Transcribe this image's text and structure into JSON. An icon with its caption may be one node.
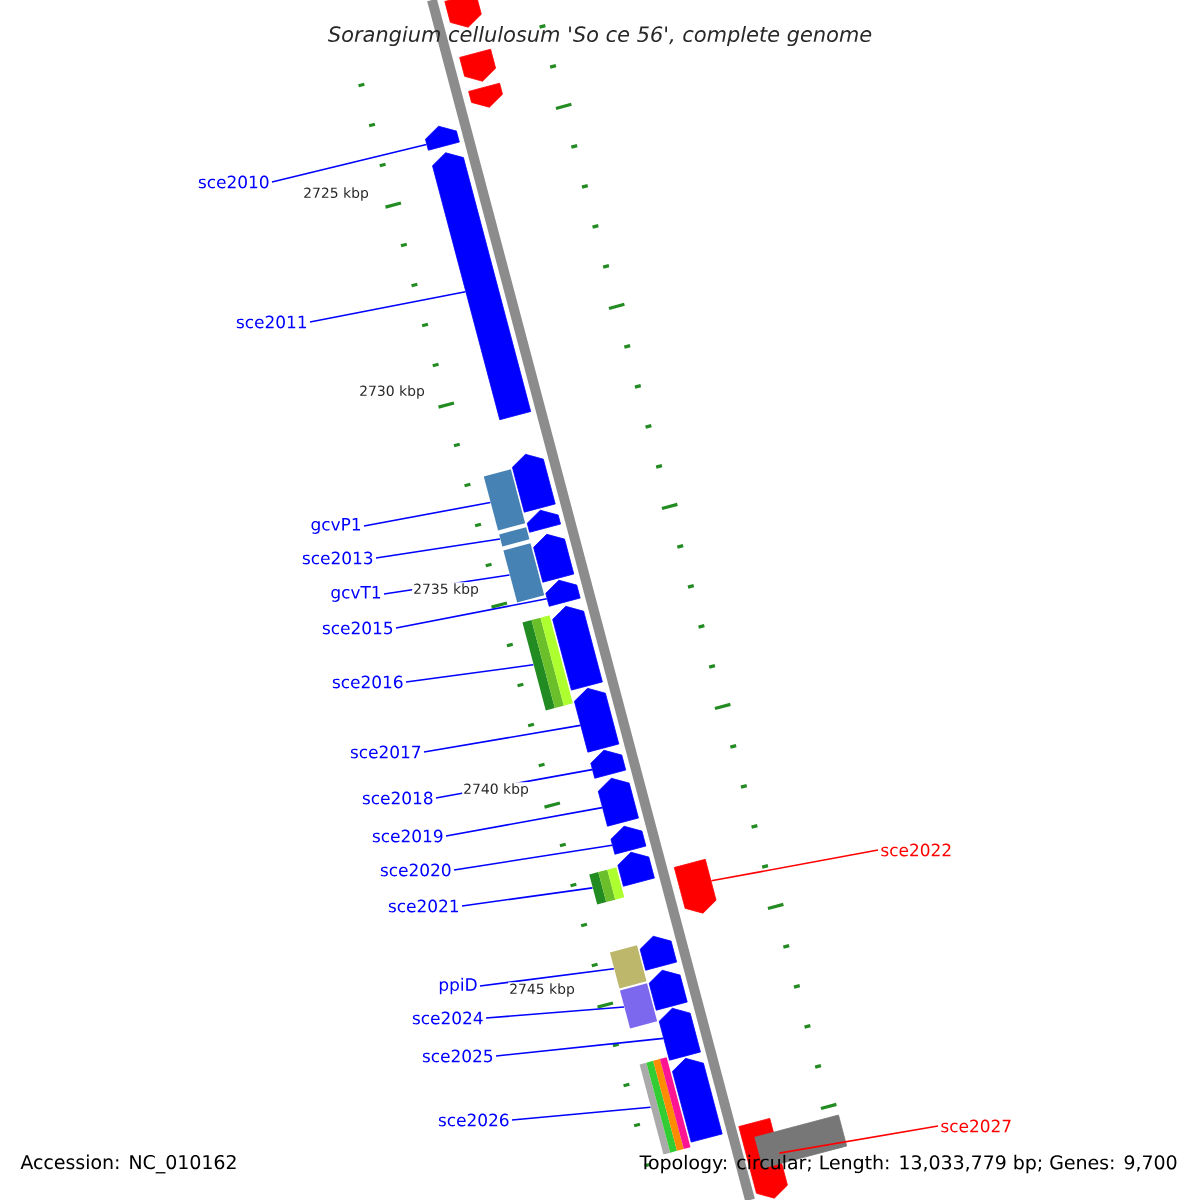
{
  "diagram": {
    "title": "Sorangium cellulosum 'So ce 56', complete genome",
    "nodes": [
      {
        "text": [
          "sce2010"
        ]
      },
      {
        "text": [
          "sce2011"
        ]
      },
      {
        "text": [
          "gcvP1"
        ]
      },
      {
        "text": [
          "sce2013"
        ]
      },
      {
        "text": [
          "gcvT1"
        ]
      },
      {
        "text": [
          "sce2015"
        ]
      },
      {
        "text": [
          "sce2016"
        ]
      },
      {
        "text": [
          "sce2017"
        ]
      },
      {
        "text": [
          "sce2018"
        ]
      },
      {
        "text": [
          "sce2019"
        ]
      },
      {
        "text": [
          "sce2020"
        ]
      },
      {
        "text": [
          "sce2021"
        ]
      },
      {
        "text": [
          "ppiD"
        ]
      },
      {
        "text": [
          "sce2024"
        ]
      },
      {
        "text": [
          "sce2025"
        ]
      },
      {
        "text": [
          "sce2026"
        ]
      },
      {
        "text": [
          "sce2022"
        ]
      },
      {
        "text": [
          "sce2027"
        ]
      },
      {
        "text": [],
        "shape": "arrow"
      },
      {
        "text": [],
        "shape": "arrow"
      },
      {
        "text": [],
        "shape": "arrow"
      },
      {
        "text": [],
        "shape": "arrow"
      },
      {
        "text": [],
        "shape": "arrow"
      },
      {
        "text": [],
        "shape": "arrow"
      },
      {
        "text": [],
        "shape": "arrow"
      },
      {
        "text": [],
        "shape": "arrow"
      },
      {
        "text": [],
        "shape": "arrow"
      },
      {
        "text": [],
        "shape": "arrow"
      },
      {
        "text": [],
        "shape": "arrow"
      },
      {
        "text": [],
        "shape": "arrow"
      },
      {
        "text": [],
        "shape": "arrow"
      },
      {
        "text": [],
        "shape": "arrow"
      },
      {
        "text": [],
        "shape": "arrow"
      },
      {
        "text": [],
        "shape": "arrow"
      },
      {
        "text": [],
        "shape": "arrow"
      },
      {
        "text": [],
        "shape": "arrow"
      },
      {
        "text": [],
        "shape": "arrow"
      },
      {
        "text": [],
        "shape": "arrow"
      },
      {
        "text": [],
        "shape": "arrow"
      },
      {
        "text": [],
        "shape": "bar"
      }
    ],
    "edges": [
      {
        "from": 0,
        "to": 18,
        "arrow": "none"
      },
      {
        "from": 1,
        "to": 19,
        "arrow": "none"
      },
      {
        "from": 2,
        "to": 20,
        "arrow": "none"
      },
      {
        "from": 3,
        "to": 21,
        "arrow": "none"
      },
      {
        "from": 4,
        "to": 22,
        "arrow": "none"
      },
      {
        "from": 5,
        "to": 23,
        "arrow": "none"
      },
      {
        "from": 6,
        "to": 24,
        "arrow": "none"
      },
      {
        "from": 7,
        "to": 25,
        "arrow": "none"
      },
      {
        "from": 8,
        "to": 26,
        "arrow": "none"
      },
      {
        "from": 9,
        "to": 27,
        "arrow": "none"
      },
      {
        "from": 10,
        "to": 28,
        "arrow": "none"
      },
      {
        "from": 11,
        "to": 29,
        "arrow": "none"
      },
      {
        "from": 12,
        "to": 30,
        "arrow": "none"
      },
      {
        "from": 13,
        "to": 31,
        "arrow": "none"
      },
      {
        "from": 14,
        "to": 32,
        "arrow": "none"
      },
      {
        "from": 15,
        "to": 33,
        "arrow": "none"
      },
      {
        "from": 16,
        "to": 34,
        "arrow": "none",
        "color": "#ff0000"
      },
      {
        "from": 17,
        "to": 35,
        "arrow": "none",
        "color": "#ff0000"
      }
    ],
    "labels": [
      "2725 kbp",
      "2730 kbp",
      "2735 kbp",
      "2740 kbp",
      "2745 kbp",
      "Accession: NC_010162",
      "Topology: circular; Length: 13,033,779 bp; Genes: 9,700"
    ]
  }
}
